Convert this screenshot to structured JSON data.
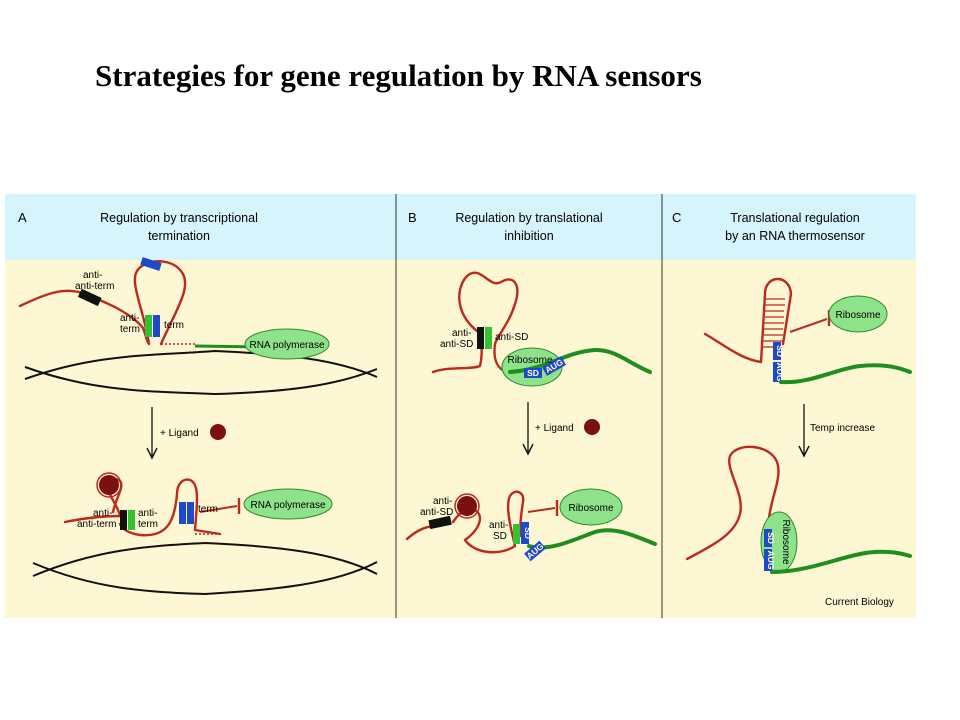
{
  "title": "Strategies for gene regulation by RNA sensors",
  "colors": {
    "header_bg": "#d6f4fb",
    "body_bg": "#fdf8d3",
    "rna": "#c0281e",
    "mrna": "#1e8e1e",
    "ligand": "#7a1010",
    "bubble": "#8ee38a",
    "segment_green": "#33c233",
    "segment_blue": "#1e49c8",
    "segment_black": "#111111"
  },
  "panels": {
    "a": {
      "letter": "A",
      "title_line1": "Regulation by transcriptional",
      "title_line2": "termination",
      "labels": {
        "anti_anti_term_1": "anti-",
        "anti_anti_term_2": "anti-term",
        "anti_term_1": "anti-",
        "anti_term_2": "term",
        "term": "term",
        "rna_polymerase": "RNA polymerase",
        "ligand_step": "+ Ligand",
        "b_anti_anti_term_1": "anti-",
        "b_anti_anti_term_2": "anti-term",
        "b_anti_term_1": "anti-",
        "b_anti_term_2": "term",
        "b_term": "term",
        "b_rna_polymerase": "RNA polymerase"
      }
    },
    "b": {
      "letter": "B",
      "title_line1": "Regulation by translational",
      "title_line2": "inhibition",
      "labels": {
        "anti_anti_sd_1": "anti-",
        "anti_anti_sd_2": "anti-SD",
        "anti_sd": "anti-SD",
        "ribosome": "Ribosome",
        "sd": "SD",
        "aug": "AUG",
        "ligand_step": "+ Ligand",
        "b_anti_anti_sd_1": "anti-",
        "b_anti_anti_sd_2": "anti-SD",
        "b_anti_sd_1": "anti-",
        "b_anti_sd_2": "SD",
        "b_ribosome": "Ribosome",
        "b_sd": "SD",
        "b_aug": "AUG"
      }
    },
    "c": {
      "letter": "C",
      "title_line1": "Translational regulation",
      "title_line2": "by an RNA thermosensor",
      "labels": {
        "ribosome": "Ribosome",
        "sd": "SD",
        "aug": "AUG",
        "temp_step": "Temp increase",
        "b_ribosome": "Ribosome",
        "b_sd": "SD",
        "b_aug": "AUG"
      }
    }
  },
  "credit": "Current Biology"
}
